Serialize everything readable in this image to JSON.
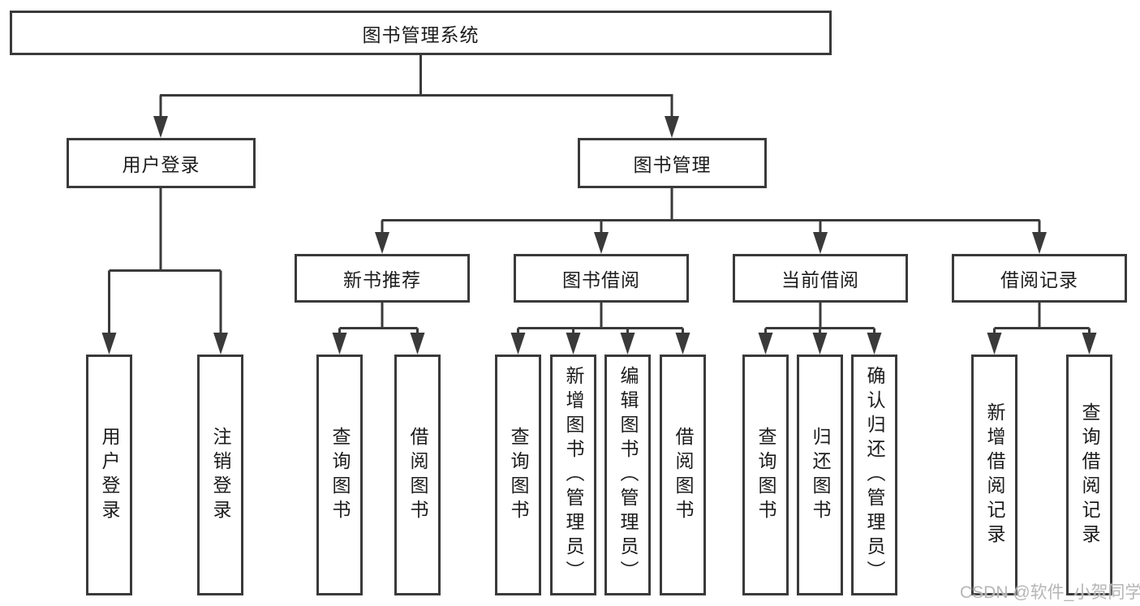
{
  "nodes": {
    "root": {
      "label": "图书管理系统"
    },
    "branches": [
      {
        "label": "用户登录"
      },
      {
        "label": "图书管理"
      }
    ],
    "sections": [
      {
        "label": "新书推荐"
      },
      {
        "label": "图书借阅"
      },
      {
        "label": "当前借阅"
      },
      {
        "label": "借阅记录"
      }
    ],
    "leaves": {
      "login": [
        "用户登录",
        "注销登录"
      ],
      "recommend": [
        "查询图书",
        "借阅图书"
      ],
      "borrow": [
        "查询图书",
        "新增图书（管理员）",
        "编辑图书（管理员）",
        "借阅图书"
      ],
      "current": [
        "查询图书",
        "归还图书",
        "确认归还（管理员）"
      ],
      "records": [
        "新增借阅记录",
        "查询借阅记录"
      ]
    }
  },
  "watermark": {
    "text": "CSDN @软件_小贺同学"
  },
  "colors": {
    "background": "#ffffff",
    "line": "#3a3a3a",
    "box_border": "#3a3a3a",
    "text": "#1c1c1c",
    "watermark": "#b2b2b2"
  }
}
